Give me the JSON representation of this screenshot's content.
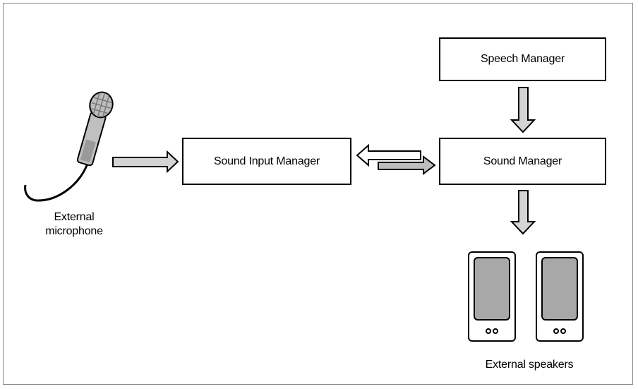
{
  "diagram": {
    "boxes": {
      "speech_manager": "Speech Manager",
      "sound_manager": "Sound Manager",
      "sound_input_manager": "Sound Input Manager"
    },
    "labels": {
      "microphone_line1": "External",
      "microphone_line2": "microphone",
      "speakers": "External speakers"
    },
    "colors": {
      "arrow_fill": "#d4d4d4",
      "speaker_panel": "#a8a8a8",
      "outline": "#000000"
    }
  }
}
